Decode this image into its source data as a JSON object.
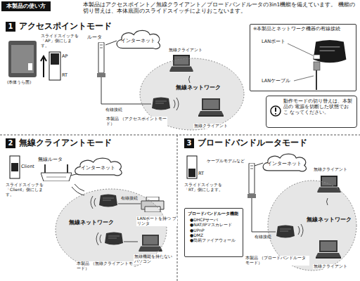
{
  "diagram": {
    "title": "本製品の使い方",
    "nodes": [
      {
        "text": [
          "1",
          "アクセスポイントモード"
        ]
      },
      {
        "text": [
          "インターネット"
        ],
        "in": 0
      },
      {
        "text": [
          "無線ネットワーク"
        ],
        "in": 0
      },
      {
        "text": [
          "※本製品とネットワーク機器の有線接続"
        ],
        "in": 0
      },
      {
        "text": [
          "動作モードの切り替えは、本製品の 電源を切断した状態でおこ なってください。"
        ],
        "in": 0
      },
      {
        "text": [
          "2",
          "無線クライアントモード"
        ]
      },
      {
        "text": [
          "インターネット"
        ],
        "in": 5
      },
      {
        "text": [
          "無線ネットワーク"
        ],
        "in": 5
      },
      {
        "text": [
          "3",
          "ブロードバンドルータモード"
        ]
      },
      {
        "text": [
          "インターネット"
        ],
        "in": 8
      },
      {
        "text": [
          "無線ネットワーク"
        ],
        "in": 8
      },
      {
        "text": [
          "ブロードバンドルータ機能",
          "●DHCPサーバ",
          "●NAT/IPマスカレード",
          "●UPnP",
          "●DMZ",
          "●簡易ファイアウォール"
        ],
        "in": 8
      }
    ],
    "labels": [
      "本製品はアクセスポイント／無線クライアント／ブロードバンドルータの3in1機能を備えています。 機能の切り替えは、本体底面のスライドスイッチによりおこないます。",
      "AP",
      "RT",
      "スライドスイッチを「AP」側にします。",
      "(本体うら面)",
      "ルータ",
      "無線クライアント",
      "有線接続",
      "本製品 （アクセスポイントモード）",
      "無線クライアント",
      "LANポート",
      "LANケーブル",
      "Client",
      "無線ルータ",
      "スライドスイッチを「Client」側にします。",
      "有線接続",
      "LANポートを持つ プリンタ",
      "本製品 （無線クライアントモード）",
      "無線機能を持たない パソコン",
      "RT",
      "スライドスイッチを「RT」側にします。",
      "ケーブルモデムなど",
      "無線クライアント",
      "有線接続",
      "本製品 （ブロードバンドルータモード）",
      "無線クライアント"
    ]
  }
}
